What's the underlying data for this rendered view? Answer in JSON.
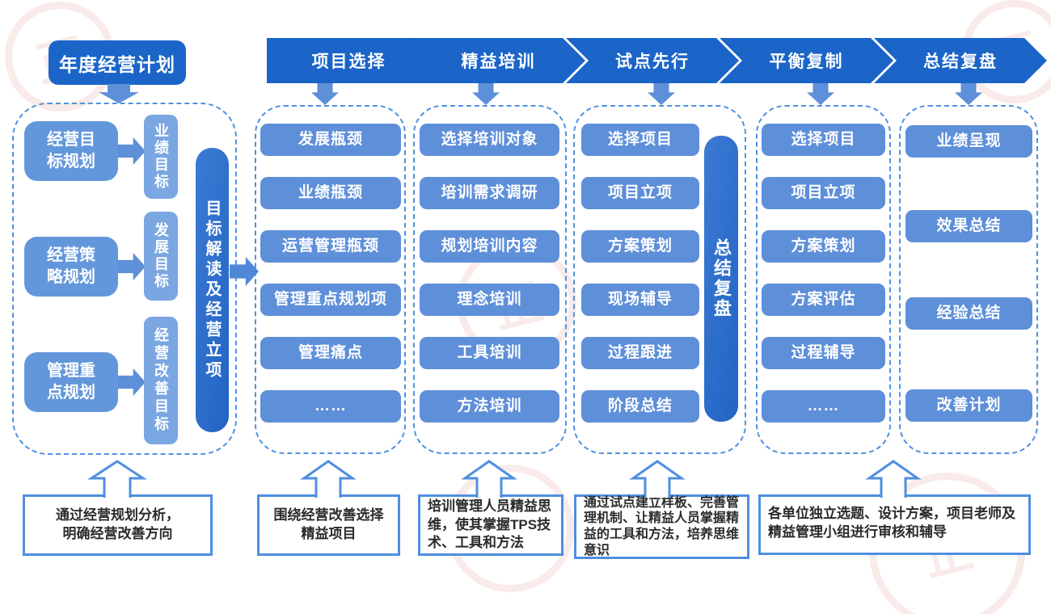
{
  "colors": {
    "primary_blue": "#1b64c8",
    "medium_blue": "#5e8fd9",
    "light_blue": "#7aa6e2",
    "dashed_border": "#4d92e1",
    "note_border": "#4e8fe0"
  },
  "annual_plan": {
    "label": "年度经营计划"
  },
  "phases": [
    {
      "label": "项目选择"
    },
    {
      "label": "精益培训"
    },
    {
      "label": "试点先行"
    },
    {
      "label": "平衡复制"
    },
    {
      "label": "总结复盘"
    }
  ],
  "planning": {
    "rows": [
      {
        "source": "经营目标规划",
        "target": "业绩目标"
      },
      {
        "source": "经营策略规划",
        "target": "发展目标"
      },
      {
        "source": "管理重点规划",
        "target": "经营改善目标"
      }
    ],
    "bar": "目标解读及经营立项"
  },
  "columns": [
    {
      "items": [
        "发展瓶颈",
        "业绩瓶颈",
        "运营管理瓶颈",
        "管理重点规划项",
        "管理痛点",
        "……"
      ]
    },
    {
      "items": [
        "选择培训对象",
        "培训需求调研",
        "规划培训内容",
        "理念培训",
        "工具培训",
        "方法培训"
      ]
    },
    {
      "items": [
        "选择项目",
        "项目立项",
        "方案策划",
        "现场辅导",
        "过程跟进",
        "阶段总结"
      ],
      "bar": "总结复盘"
    },
    {
      "items": [
        "选择项目",
        "项目立项",
        "方案策划",
        "方案评估",
        "过程辅导",
        "……"
      ]
    },
    {
      "items": [
        "业绩呈现",
        "效果总结",
        "经验总结",
        "改善计划"
      ]
    }
  ],
  "notes": [
    {
      "text": "通过经营规划分析，\n明确经营改善方向"
    },
    {
      "text": "围绕经营改善选择\n精益项目"
    },
    {
      "text": "培训管理人员精益思维，使其掌握TPS技术、工具和方法"
    },
    {
      "text": "通过试点建立样板、完善管理机制、让精益人员掌握精益的工具和方法，培养思维意识"
    },
    {
      "text": "各单位独立选题、设计方案，项目老师及精益管理小组进行审核和辅导"
    }
  ],
  "watermark": {
    "glyph": "正"
  }
}
